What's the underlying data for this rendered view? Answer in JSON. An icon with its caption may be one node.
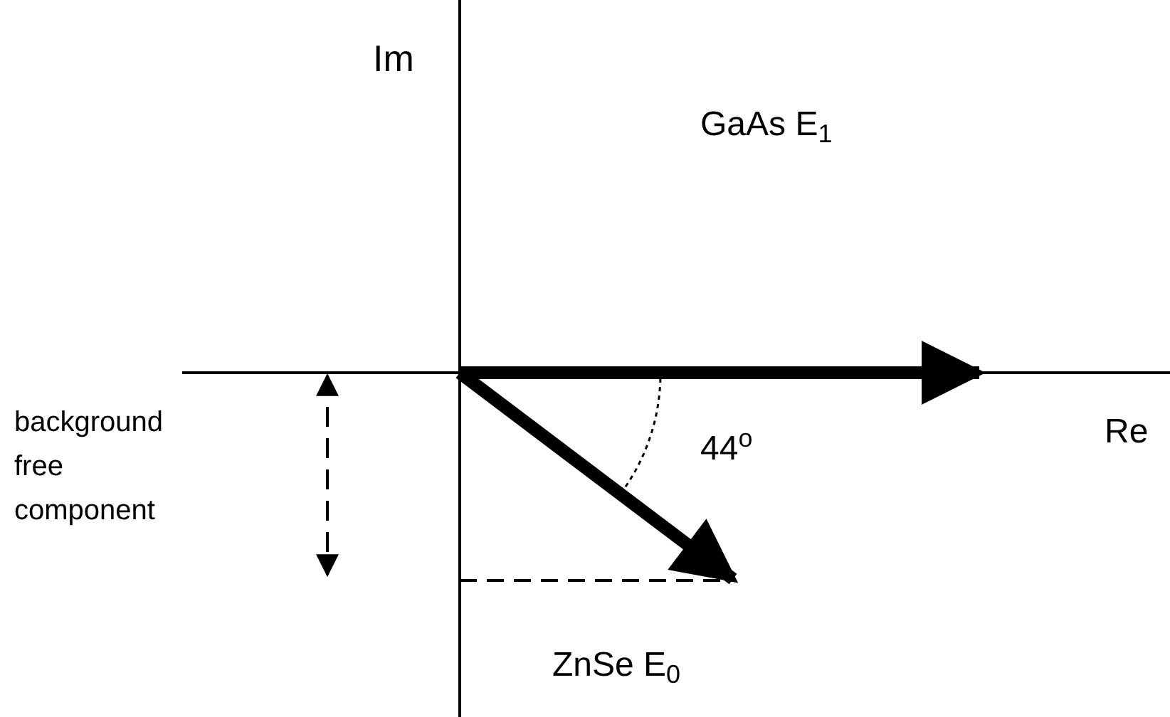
{
  "diagram": {
    "labels": [
      "Im",
      "GaAs E$_{1}$",
      "background free component",
      "44$^{o}$",
      "Re",
      "ZnSe E$_{0}$"
    ]
  }
}
